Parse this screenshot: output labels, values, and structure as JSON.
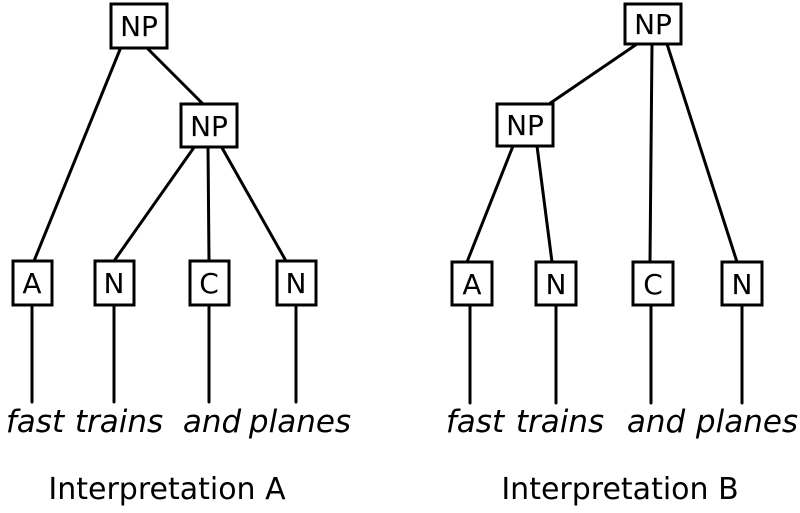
{
  "diagram": {
    "background_color": "#ffffff",
    "line_color": "#000000",
    "trees": [
      {
        "caption": "Interpretation A",
        "root_label": "NP",
        "sub_label": "NP",
        "leaf_labels": [
          "A",
          "N",
          "C",
          "N"
        ],
        "words": [
          "fast",
          "trains",
          "and",
          "planes"
        ],
        "structure_note": "root NP dominates A and sub-NP; sub-NP dominates N, C, N"
      },
      {
        "caption": "Interpretation B",
        "root_label": "NP",
        "sub_label": "NP",
        "leaf_labels": [
          "A",
          "N",
          "C",
          "N"
        ],
        "words": [
          "fast",
          "trains",
          "and",
          "planes"
        ],
        "structure_note": "root NP dominates sub-NP, C and N; sub-NP dominates A and N"
      }
    ]
  }
}
